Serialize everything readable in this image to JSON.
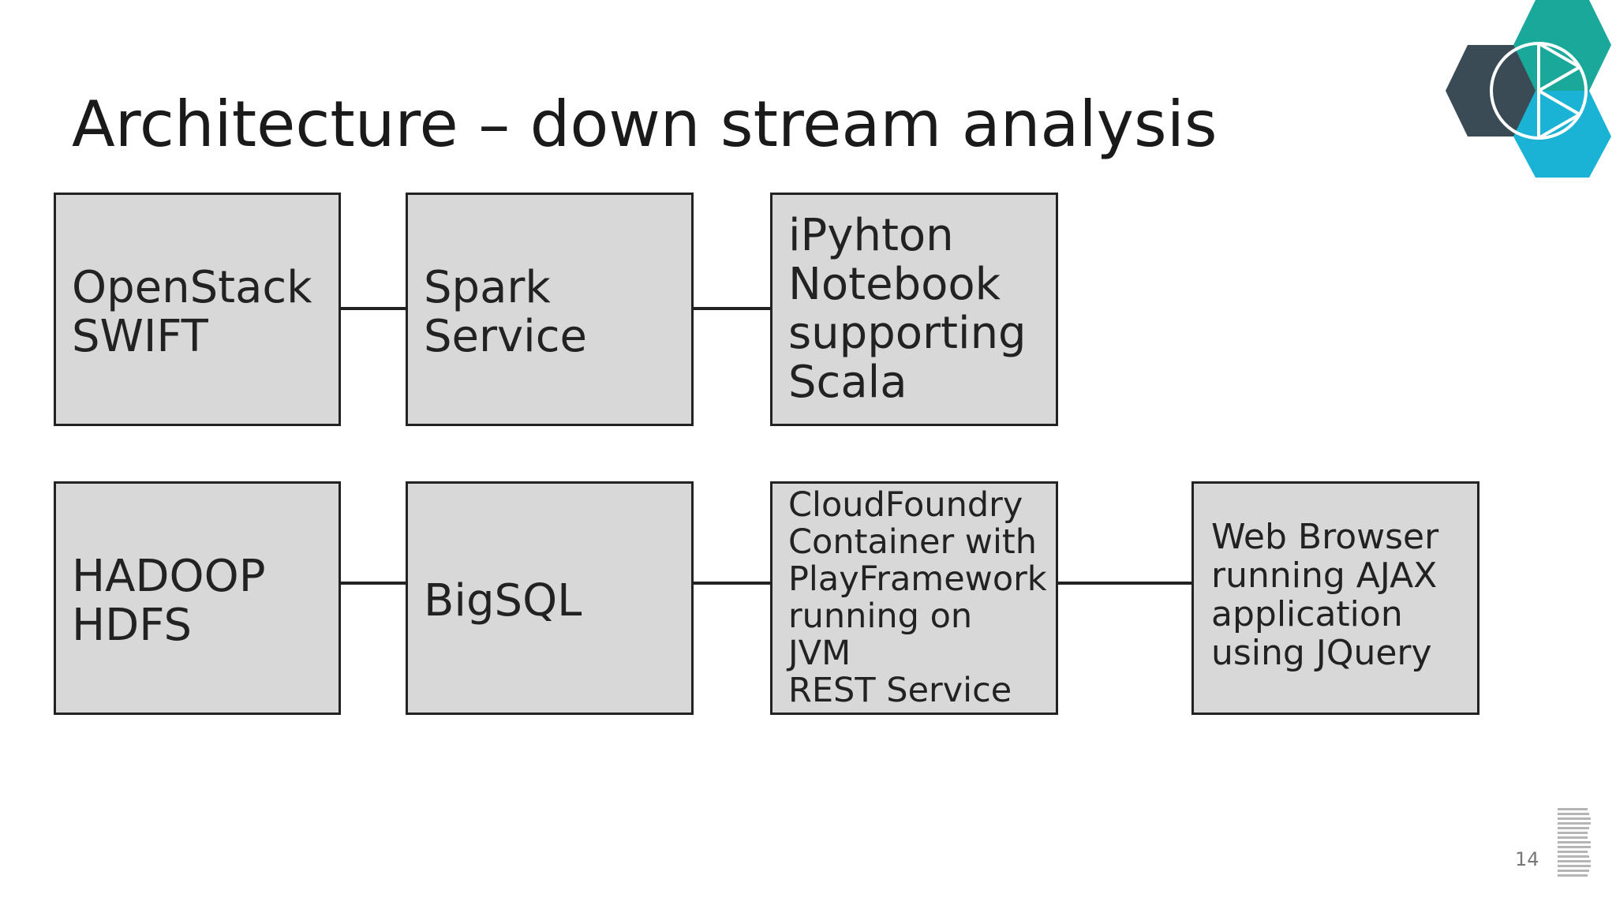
{
  "slide": {
    "title": "Architecture – down stream analysis",
    "page_number": "14"
  },
  "diagram": {
    "row1": {
      "box1": {
        "lines": [
          "OpenStack",
          "SWIFT"
        ]
      },
      "box2": {
        "lines": [
          "Spark",
          "Service"
        ]
      },
      "box3": {
        "lines": [
          "iPyhton",
          "Notebook",
          "supporting",
          "Scala"
        ]
      }
    },
    "row2": {
      "box1": {
        "lines": [
          "HADOOP",
          "HDFS"
        ]
      },
      "box2": {
        "lines": [
          "BigSQL"
        ]
      },
      "box3": {
        "lines": [
          "CloudFoundry",
          "Container with",
          "PlayFramework",
          "running on",
          "JVM",
          "REST Service"
        ]
      },
      "box4": {
        "lines": [
          "Web Browser",
          "running AJAX",
          "application",
          "using JQuery"
        ]
      }
    }
  },
  "branding": {
    "logo_icon": "hexagon-cluster-logo-icon",
    "ibm_logo": "ibm-striped-logo",
    "colors": {
      "box_fill": "#d8d8d8",
      "box_border": "#222222",
      "hex_dark": "#3b4b55",
      "hex_teal": "#1aa89a",
      "hex_blue": "#1ab3d6"
    }
  }
}
